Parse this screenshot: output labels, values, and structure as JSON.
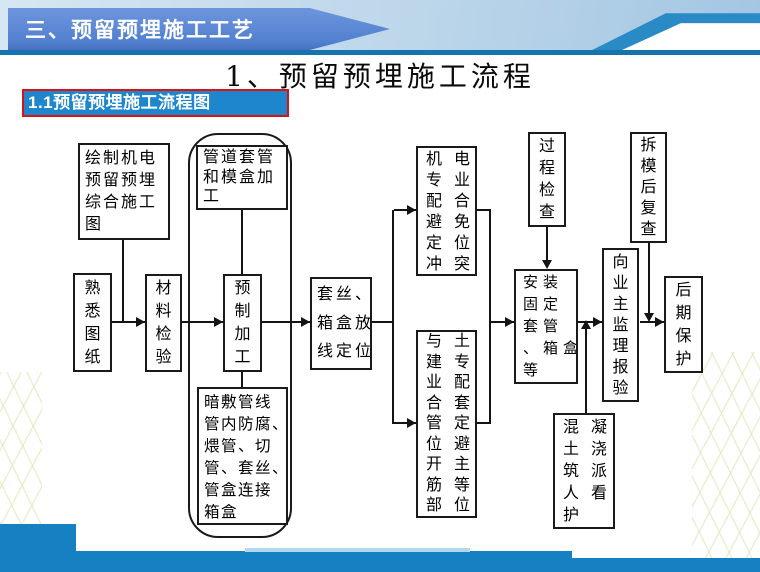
{
  "slide": {
    "banner_title": "三、预留预埋施工工艺",
    "subtitle": "1、预留预埋施工流程",
    "section_label": "1.1预留预埋施工流程图"
  },
  "flow": {
    "draw_plan": "绘制机电\n预留预埋\n综合施工\n图",
    "read_drawings": "熟悉图纸",
    "material_check": "材料检验",
    "sleeve_mold_making": "管道套管\n和模盒加\n工",
    "prefabrication": "预制加工",
    "concealed_conduit_work": "暗敷管线\n管内防腐、\n煨管、切\n管、套丝、\n管盒连接\n箱盒",
    "thread_box_layout": "套丝、\n箱盒放\n线定位",
    "me_coordination": "机电\n专业\n配合\n避免\n定位\n冲突",
    "civil_coordination": "与土\n建专\n业配\n合套\n管定\n位避\n开主\n筋等\n部位",
    "process_check": "过程检查",
    "install_fix": "安装\n固定\n套管\n、箱盒\n等",
    "owner_supervisor_report": "向业主监理报验",
    "post_demold_recheck": "拆模后复查",
    "later_protection": "后期保护",
    "concrete_pour_watch": "混凝\n土浇\n筑派\n人看\n护"
  },
  "colors": {
    "banner_blue": "#5280d0",
    "header_rule_blue": "#1573ae",
    "corner_stripe_blue": "#2a8ac6",
    "section_label_bg": "#1d86cd",
    "section_label_border": "#dd1111",
    "bottom_bar_blue": "#1580c2",
    "box_border": "#1a1a1a"
  }
}
